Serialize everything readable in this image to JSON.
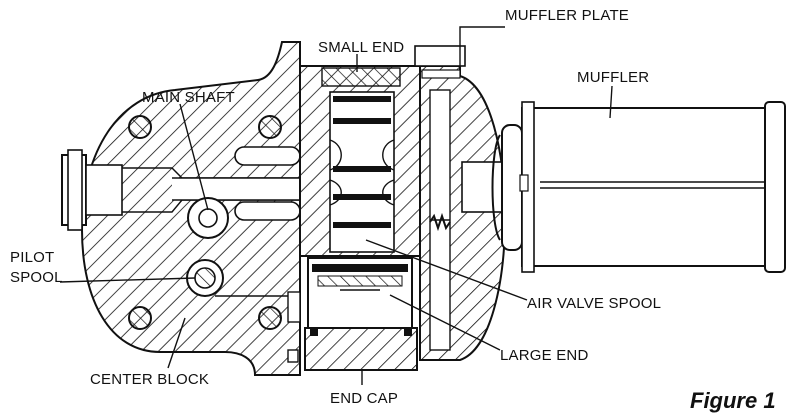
{
  "labels": {
    "muffler_plate": "MUFFLER PLATE",
    "small_end": "SMALL END",
    "main_shaft": "MAIN SHAFT",
    "muffler": "MUFFLER",
    "pilot": "PILOT",
    "spool": "SPOOL",
    "air_valve_spool": "AIR VALVE SPOOL",
    "large_end": "LARGE END",
    "center_block": "CENTER BLOCK",
    "end_cap": "END CAP"
  },
  "caption": "Figure 1",
  "colors": {
    "ink": "#111111",
    "paper": "#ffffff"
  }
}
